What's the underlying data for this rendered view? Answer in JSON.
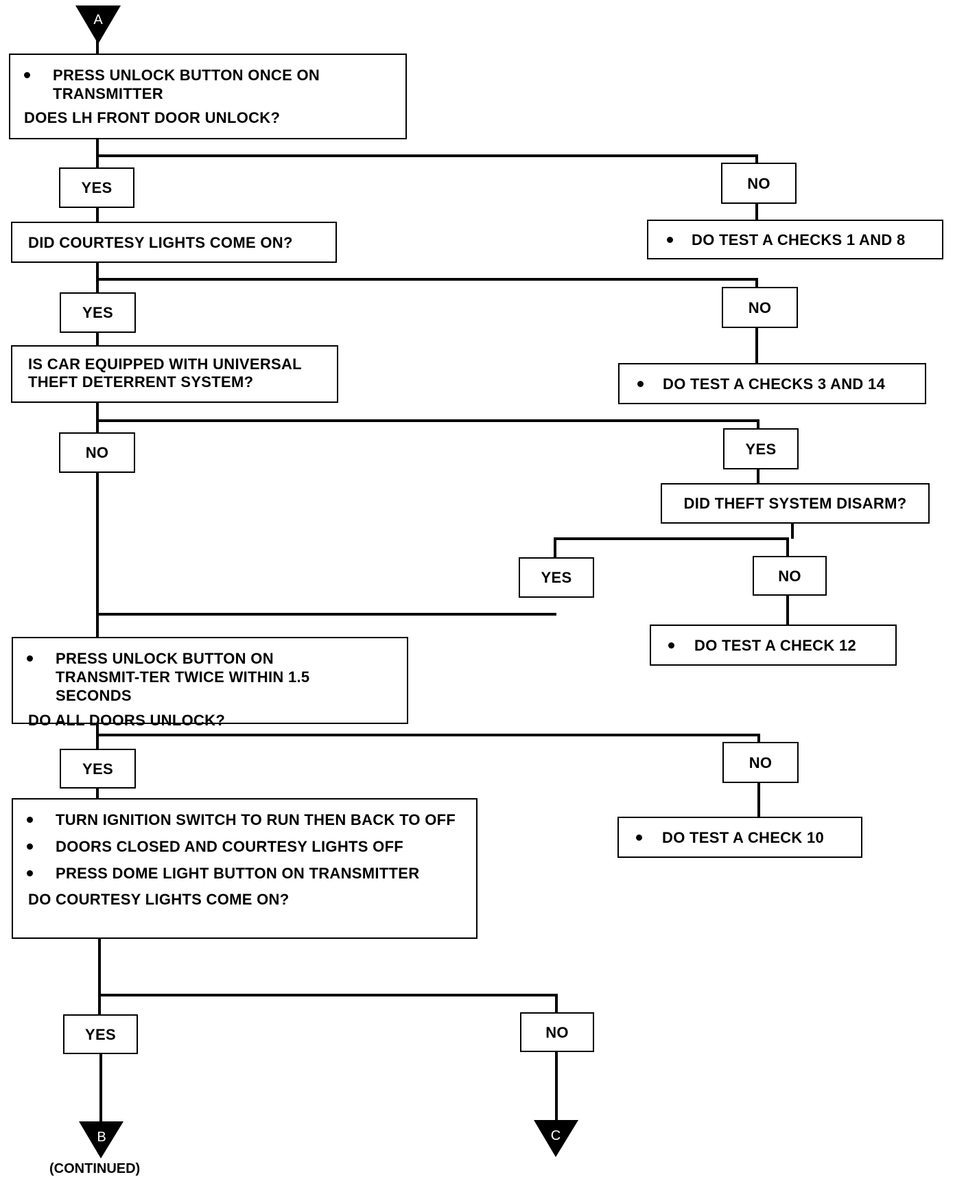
{
  "connectors": {
    "start": "A",
    "continue_b": "B",
    "continue_c": "C"
  },
  "continued_note": "(CONTINUED)",
  "nodes": {
    "step1": {
      "bullets": [
        "PRESS UNLOCK BUTTON ONCE ON TRANSMITTER"
      ],
      "question": "DOES LH FRONT DOOR UNLOCK?"
    },
    "step1_yes": "YES",
    "step1_no": "NO",
    "step1_no_action": "DO TEST A CHECKS 1 AND 8",
    "step2": "DID COURTESY LIGHTS COME ON?",
    "step2_yes": "YES",
    "step2_no": "NO",
    "step2_no_action": "DO TEST A CHECKS 3 AND 14",
    "step3": "IS CAR EQUIPPED WITH UNIVERSAL THEFT DETERRENT SYSTEM?",
    "step3_no": "NO",
    "step3_yes": "YES",
    "step4": "DID THEFT SYSTEM DISARM?",
    "step4_yes": "YES",
    "step4_no": "NO",
    "step4_no_action": "DO TEST A CHECK 12",
    "step5": {
      "bullets": [
        "PRESS UNLOCK BUTTON ON TRANSMIT-TER TWICE WITHIN 1.5 SECONDS"
      ],
      "question": "DO ALL DOORS UNLOCK?"
    },
    "step5_yes": "YES",
    "step5_no": "NO",
    "step5_no_action": "DO TEST A CHECK 10",
    "step6": {
      "bullets": [
        "TURN IGNITION SWITCH TO RUN THEN BACK TO OFF",
        "DOORS CLOSED AND COURTESY LIGHTS OFF",
        "PRESS DOME LIGHT BUTTON ON TRANSMITTER"
      ],
      "question": "DO COURTESY LIGHTS COME ON?"
    },
    "step6_yes": "YES",
    "step6_no": "NO"
  }
}
